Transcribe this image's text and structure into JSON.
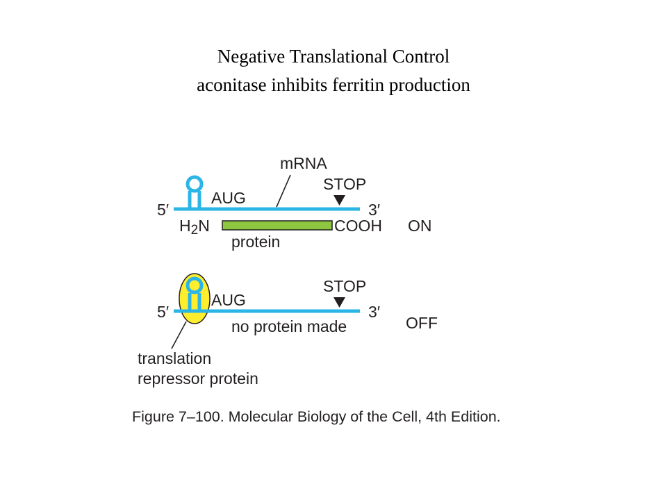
{
  "slide": {
    "title_line_1": "Negative Translational Control",
    "title_line_2": "aconitase inhibits ferritin production"
  },
  "colors": {
    "mrna": "#2bb5e6",
    "protein": "#8dc63f",
    "repressor": "#ffee2e",
    "text": "#231f20"
  },
  "on_panel": {
    "mrna_label": "mRNA",
    "start_codon": "AUG",
    "stop_codon": "STOP",
    "five_prime": "5′",
    "three_prime": "3′",
    "n_terminus_h": "H",
    "n_terminus_sub": "2",
    "n_terminus_n": "N",
    "c_terminus": "COOH",
    "protein_label": "protein",
    "state": "ON"
  },
  "off_panel": {
    "start_codon": "AUG",
    "stop_codon": "STOP",
    "five_prime": "5′",
    "three_prime": "3′",
    "no_protein": "no protein made",
    "state": "OFF",
    "repressor_line_1": "translation",
    "repressor_line_2": "repressor protein"
  },
  "caption": "Figure 7–100. Molecular Biology of the Cell, 4th Edition."
}
